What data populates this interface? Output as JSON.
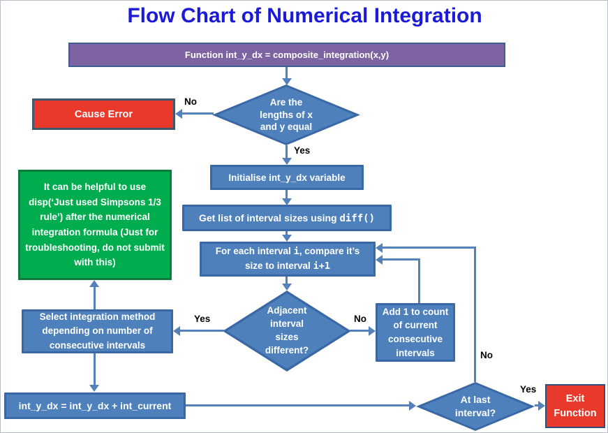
{
  "title": "Flow Chart of Numerical Integration",
  "colors": {
    "title_text": "#1b1bd7",
    "node_blue_fill": "#4e80bc",
    "node_blue_border": "#3a67a5",
    "purple_fill": "#7e63a3",
    "green_fill": "#00ad4e",
    "green_border": "#0c7c3c",
    "red_fill": "#e8392b",
    "dark_border": "#3d5c91",
    "connector": "#5581bb"
  },
  "nodes": {
    "start": {
      "label": "Function int_y_dx = composite_integration(x,y)"
    },
    "lengths_check": {
      "line1": "Are the",
      "line2": "lengths of x",
      "line3": "and y equal"
    },
    "cause_error": {
      "label": "Cause Error"
    },
    "initialise": {
      "label": "Initialise int_y_dx variable"
    },
    "get_intervals": {
      "text": "Get list of interval sizes using ",
      "code": "diff()"
    },
    "compare": {
      "line1_text": "For each interval ",
      "line1_code": "i",
      "line1_tail": ", compare it’s",
      "line2_text": "size to interval ",
      "line2_code": "i+1"
    },
    "adjacent_check": {
      "line1": "Adjacent",
      "line2": "interval",
      "line3": "sizes",
      "line4": "different?"
    },
    "add_count": {
      "label": "Add 1 to count of current consecutive intervals"
    },
    "select_method": {
      "label": "Select integration method depending on number of consecutive intervals"
    },
    "note": {
      "label": "It can be helpful to use disp(‘Just used Simpsons 1/3 rule’) after the numerical integration formula (Just for troubleshooting, do not submit with this)"
    },
    "accumulate": {
      "label": "int_y_dx = int_y_dx + int_current"
    },
    "last_interval": {
      "line1": "At last",
      "line2": "interval?"
    },
    "exit": {
      "line1": "Exit",
      "line2": "Function"
    }
  },
  "edge_labels": {
    "lengths_no": "No",
    "lengths_yes": "Yes",
    "adjacent_yes": "Yes",
    "adjacent_no": "No",
    "last_no": "No",
    "last_yes": "Yes"
  }
}
